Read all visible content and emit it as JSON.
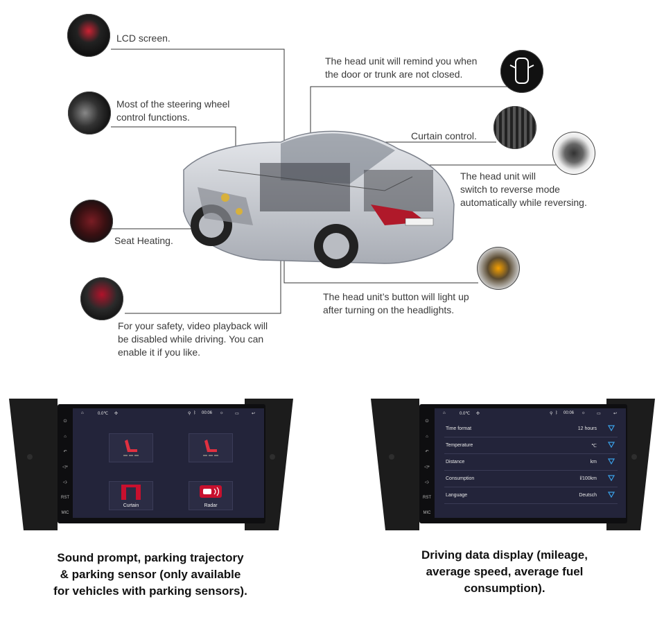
{
  "callouts": {
    "lcd": "LCD screen.",
    "steering_1": "Most of the steering wheel",
    "steering_2": "control functions.",
    "seat": "Seat Heating.",
    "video_1": "For your safety, video playback will",
    "video_2": "be disabled while driving. You can",
    "video_3": "enable it if you like.",
    "door_1": "The head unit will remind you when",
    "door_2": "the door or trunk are not closed.",
    "curtain": "Curtain control.",
    "reverse_1": "The head unit will",
    "reverse_2": "switch to reverse mode",
    "reverse_3": "automatically while reversing.",
    "headlight_1": "The head unit’s button will light up",
    "headlight_2": "after turning on the headlights."
  },
  "unit_left": {
    "status": {
      "temp": "0.0℃",
      "time": "00:06"
    },
    "side_keys": [
      "⏻",
      "⌂",
      "↶",
      "◁+",
      "◁-",
      "RST",
      "MIC"
    ],
    "tiles": [
      {
        "label": ""
      },
      {
        "label": ""
      },
      {
        "label": "Curtain"
      },
      {
        "label": "Radar"
      }
    ]
  },
  "unit_right": {
    "status": {
      "temp": "0.0℃",
      "time": "00:06"
    },
    "side_keys": [
      "⏻",
      "⌂",
      "↶",
      "◁+",
      "◁-",
      "RST",
      "MIC"
    ],
    "rows": [
      {
        "label": "Time format",
        "value": "12 hours"
      },
      {
        "label": "Temperature",
        "value": "℃"
      },
      {
        "label": "Distance",
        "value": "km"
      },
      {
        "label": "Consumption",
        "value": "l/100km"
      },
      {
        "label": "Language",
        "value": "Deutsch"
      }
    ]
  },
  "captions": {
    "left_1": "Sound prompt, parking trajectory",
    "left_2": "& parking sensor (only available",
    "left_3": "for vehicles with parking sensors).",
    "right_1": "Driving data display (mileage,",
    "right_2": "average speed, average fuel",
    "right_3": "consumption)."
  },
  "colors": {
    "screen_bg": "#23243a",
    "accent": "#3aa0e8",
    "tile_red": "#c8102e"
  }
}
